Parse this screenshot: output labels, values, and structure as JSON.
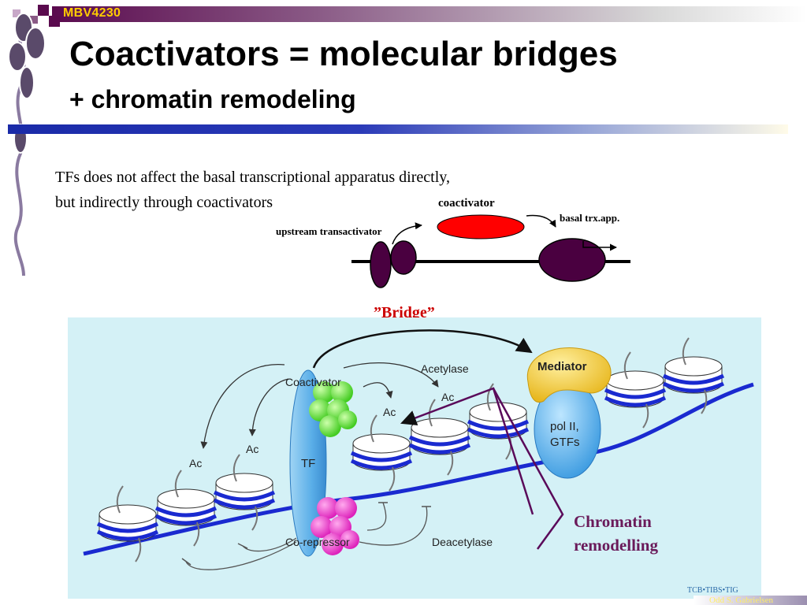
{
  "header": {
    "course": "MBV4230"
  },
  "title": "Coactivators = molecular bridges",
  "subtitle": "+ chromatin remodeling",
  "body": {
    "line1": "TFs does not affect the basal transcriptional apparatus directly,",
    "line2": "but indirectly through coactivators"
  },
  "schematic": {
    "coactivator_label": "coactivator",
    "basal_label": "basal trx.app.",
    "upstream_label": "upstream transactivator",
    "colors": {
      "coactivator": "#ff0000",
      "protein": "#4a0040"
    }
  },
  "bridge_label": {
    "open_quote": "”",
    "text": "Bridge",
    "close_quote": "”"
  },
  "figure": {
    "mediator": "Mediator",
    "pol_line1": "pol II,",
    "pol_line2": "GTFs",
    "coactivator": "Coactivator",
    "tf": "TF",
    "corepressor": "Co-repressor",
    "acetylase": "Acetylase",
    "deacetylase": "Deacetylase",
    "ac": "Ac",
    "colors": {
      "background": "#d4f1f6",
      "dna": "#1a2ad0",
      "coactivator": "#66ee33",
      "corepressor": "#ee33cc",
      "mediator": "#f2c432",
      "pol": "#5ab4ee"
    }
  },
  "annotation": {
    "line1": "Chromatin",
    "line2": "remodelling"
  },
  "footer": {
    "credit": "TCB•TIBS•TIG",
    "author": "Odd S. Gabrielsen"
  }
}
